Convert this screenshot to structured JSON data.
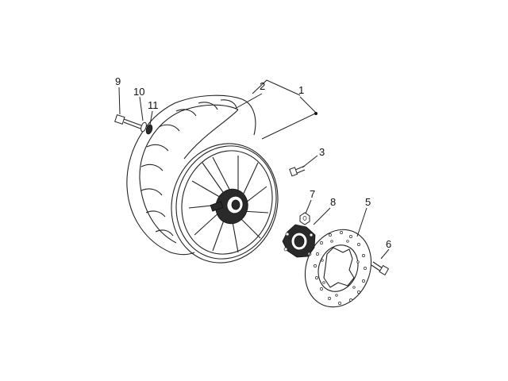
{
  "callouts": [
    "1",
    "2",
    "3",
    "5",
    "6",
    "7",
    "8",
    "9",
    "10",
    "11"
  ],
  "colors": {
    "line": "#222222",
    "background": "#ffffff"
  }
}
